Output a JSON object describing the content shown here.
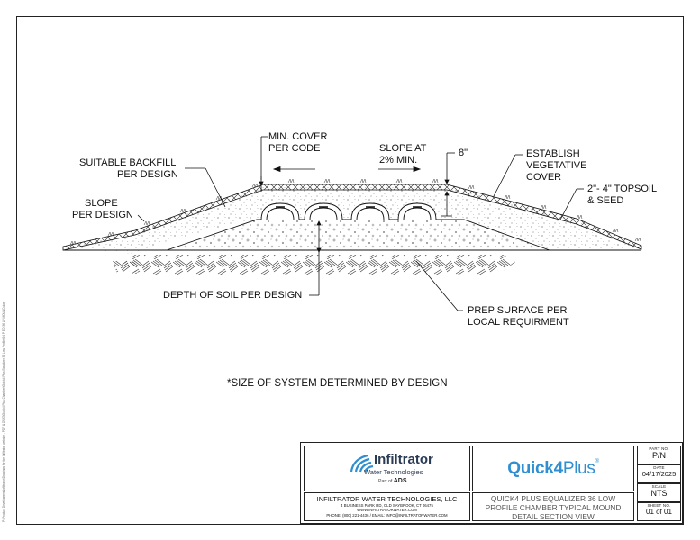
{
  "side_note": "P:\\Product Development\\Infiltrator\\Drawings for the Infiltrator website - PDF & DWG\\Quick4 Plus Chamber\\Quick4 Plus Equalizer 36 Low Profile\\Q4 P EQ 36 LP MOUND.dwg",
  "labels": {
    "min_cover": [
      "MIN. COVER",
      "PER CODE"
    ],
    "slope_at": [
      "SLOPE AT",
      "2% MIN."
    ],
    "eight_inch": "8\"",
    "establish": [
      "ESTABLISH",
      "VEGETATIVE",
      "COVER"
    ],
    "suitable": [
      "SUITABLE BACKFILL",
      "PER DESIGN"
    ],
    "slope_design": [
      "SLOPE",
      "PER DESIGN"
    ],
    "topsoil": [
      "2\"- 4\" TOPSOIL",
      "& SEED"
    ],
    "depth": "DEPTH OF SOIL PER DESIGN",
    "prep": [
      "PREP SURFACE PER",
      "LOCAL REQUIRMENT"
    ]
  },
  "note": "*SIZE OF SYSTEM DETERMINED BY DESIGN",
  "title_block": {
    "logo": {
      "name": "Infiltrator",
      "subtitle": "Water Technologies",
      "part_of": "Part of",
      "parent": "ADS"
    },
    "company": {
      "name": "INFILTRATOR WATER TECHNOLOGIES, LLC",
      "address": "4 BUSINESS PARK RD, OLD SAYBROOK, CT 06475",
      "web": "WWW.INFILTRATORWATER.COM",
      "contact": "PHONE: (800) 221-4436 / EMAIL: INFO@INFILTRATORWATER.COM"
    },
    "brand": {
      "bold": "Quick4",
      "light": "Plus",
      "mark": "®"
    },
    "title": [
      "QUICK4 PLUS EQUALIZER 36 LOW",
      "PROFILE CHAMBER TYPICAL MOUND",
      "DETAIL SECTION VIEW"
    ],
    "meta": {
      "part_no_label": "PART NO.",
      "part_no": "P/N",
      "date_label": "DATE",
      "date": "04/17/2025",
      "scale_label": "SCALE",
      "scale": "NTS",
      "sheet_label": "SHEET NO.",
      "sheet": "01 of 01"
    }
  },
  "colors": {
    "brand_blue": "#2f8fd0",
    "logo_navy": "#2a3b54",
    "line": "#111111"
  }
}
